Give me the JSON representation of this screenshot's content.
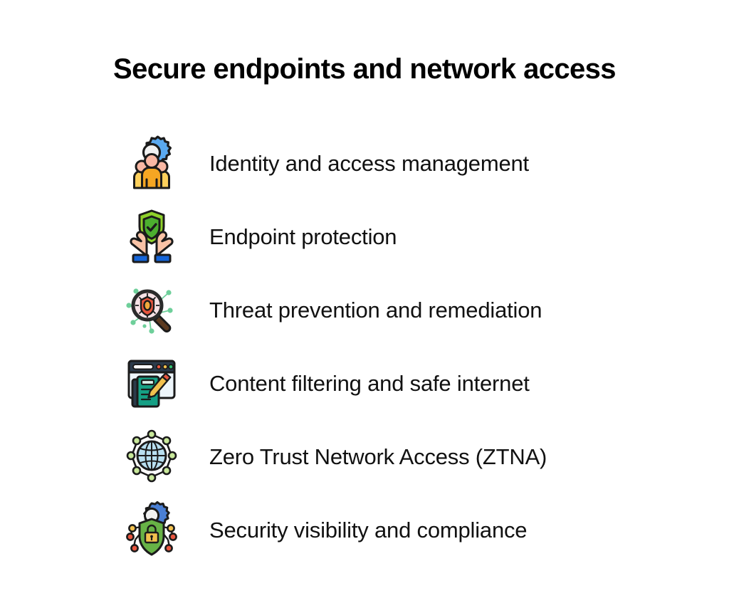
{
  "slide": {
    "title": "Secure endpoints and network access",
    "background_color": "#ffffff",
    "title_color": "#000000",
    "label_color": "#111111"
  },
  "features": [
    {
      "label": "Identity and access management",
      "icon": "people-gear-icon",
      "colors": {
        "gear": "#5aa9f0",
        "head_center": "#f9b8a4",
        "body_center": "#f5a623",
        "body_side": "#fdd05c",
        "outline": "#1b1b1b"
      }
    },
    {
      "label": "Endpoint protection",
      "icon": "shield-in-hands-icon",
      "colors": {
        "shield_fill": "#4caf2f",
        "shield_border": "#8ed12a",
        "hands": "#f9c3a6",
        "cuff": "#1565d8",
        "outline": "#1b1b1b"
      }
    },
    {
      "label": "Threat prevention and remediation",
      "icon": "magnifier-virus-icon",
      "colors": {
        "lens": "#f7e2e6",
        "rim": "#2b2b2b",
        "handle": "#5c3a20",
        "virus_outer": "#e8563f",
        "virus_inner": "#f0a93c",
        "nodes": "#6ecf9a",
        "outline": "#1b1b1b"
      }
    },
    {
      "label": "Content filtering and safe internet",
      "icon": "browser-document-pencil-icon",
      "colors": {
        "browser_bar": "#2b3a4a",
        "browser_body": "#eef6fb",
        "document": "#16a085",
        "document_back": "#2b3a4a",
        "pencil": "#f2c14e",
        "pencil_tip": "#e8563f",
        "dot_red": "#e8563f",
        "dot_yellow": "#f2c14e",
        "dot_green": "#2fbf71",
        "outline": "#1b1b1b"
      }
    },
    {
      "label": "Zero Trust Network Access (ZTNA)",
      "icon": "globe-network-icon",
      "colors": {
        "globe": "#b8dff0",
        "grid": "#1b1b1b",
        "nodes": "#c8e89a",
        "outline": "#1b1b1b"
      }
    },
    {
      "label": "Security visibility and compliance",
      "icon": "shield-lock-gear-icon",
      "colors": {
        "gear": "#4a7fd4",
        "shield": "#67b246",
        "lock_body": "#f2c14e",
        "lock_shackle": "#d9a227",
        "node_red": "#e8563f",
        "node_yellow": "#f2c14e",
        "outline": "#1b1b1b"
      }
    }
  ]
}
